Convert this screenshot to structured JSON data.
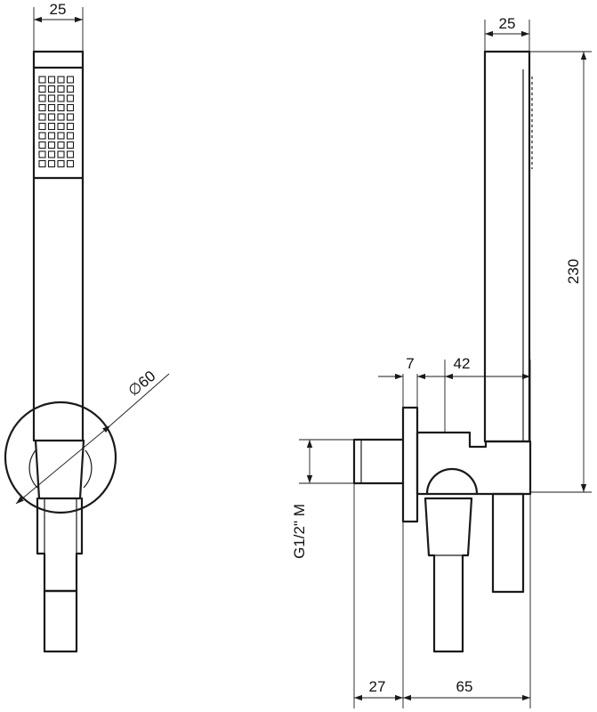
{
  "dimensions": {
    "front_width": "25",
    "side_width": "25",
    "height": "230",
    "wall_plate_diameter": "∅60",
    "wall_offset": "7",
    "center_offset": "42",
    "thread": "G1/2\" M",
    "inlet_length": "27",
    "body_depth": "65"
  }
}
